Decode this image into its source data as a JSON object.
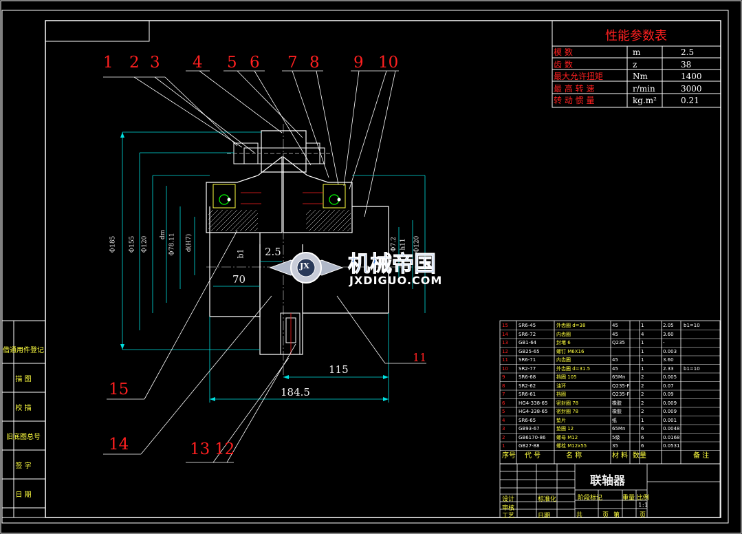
{
  "drawing": {
    "title": "联轴器",
    "balloon_numbers_top": [
      "1",
      "2",
      "3",
      "4",
      "5",
      "6",
      "7",
      "8",
      "9",
      "10"
    ],
    "balloon_11": "11",
    "balloon_15": "15",
    "balloon_14": "14",
    "balloon_13_12": [
      "13",
      "12"
    ],
    "dimensions": {
      "d70": "70",
      "d115": "115",
      "d184": "184.5",
      "d25": "2.5",
      "phi185": "Φ185",
      "phi155": "Φ155",
      "phi120": "Φ120",
      "phi120r": "Φ120",
      "dm": "dm",
      "phi78": "Φ78.11",
      "dH7": "d(H7)",
      "b1": "b1",
      "phi75r": "Φ7.2",
      "h11": "h11"
    }
  },
  "side_panel": {
    "items": [
      "借通用件登记",
      "描  图",
      "校  描",
      "旧底图总号",
      "签  字",
      "日  期"
    ]
  },
  "perf_table": {
    "title": "性能参数表",
    "rows": [
      {
        "name": "模        数",
        "sym": "m",
        "val": "2.5"
      },
      {
        "name": "齿        数",
        "sym": "z",
        "val": "38"
      },
      {
        "name": "最大允许扭矩",
        "sym": "Nm",
        "val": "1400"
      },
      {
        "name": "最 高 转 速",
        "sym": "r/min",
        "val": "3000"
      },
      {
        "name": "转 动 惯 量",
        "sym": "kg.m²",
        "val": "0.21"
      }
    ]
  },
  "parts_table": {
    "header": {
      "no": "序号",
      "code": "代 号",
      "name": "名  称",
      "mat": "材 料",
      "qty": "数量",
      "note": "备 注"
    },
    "rows": [
      {
        "no": "15",
        "code": "SR6-45",
        "name": "外齿圈  d=38",
        "mat": "45",
        "qty": "1",
        "w": "2.05",
        "note": "b1=10"
      },
      {
        "no": "14",
        "code": "SR6-72",
        "name": "内齿圈",
        "mat": "45",
        "qty": "4",
        "w": "3.60",
        "note": ""
      },
      {
        "no": "13",
        "code": "GB1-64",
        "name": "封堵  6",
        "mat": "Q235",
        "qty": "1",
        "w": "-",
        "note": ""
      },
      {
        "no": "12",
        "code": "GB25-65",
        "name": "螺钉  M6X16",
        "mat": "",
        "qty": "1",
        "w": "0.003",
        "note": ""
      },
      {
        "no": "11",
        "code": "SR6-71",
        "name": "内齿圈",
        "mat": "45",
        "qty": "1",
        "w": "3.60",
        "note": ""
      },
      {
        "no": "10",
        "code": "SR2-77",
        "name": "外齿圈  d=31.5",
        "mat": "45",
        "qty": "1",
        "w": "2.33",
        "note": "b1=10"
      },
      {
        "no": "9",
        "code": "SR6-68",
        "name": "挡圈  105",
        "mat": "65Mn",
        "qty": "2",
        "w": "0.005",
        "note": ""
      },
      {
        "no": "8",
        "code": "SR2-62",
        "name": "油环",
        "mat": "Q235-F",
        "qty": "2",
        "w": "0.07",
        "note": ""
      },
      {
        "no": "7",
        "code": "SR6-61",
        "name": "挡圈",
        "mat": "Q235-F",
        "qty": "2",
        "w": "0.09",
        "note": ""
      },
      {
        "no": "6",
        "code": "HG4-338-65",
        "name": "密封圈  78",
        "mat": "橡胶",
        "qty": "2",
        "w": "0.009",
        "note": ""
      },
      {
        "no": "5",
        "code": "HG4-338-65",
        "name": "密封圈  78",
        "mat": "橡胶",
        "qty": "2",
        "w": "0.009",
        "note": ""
      },
      {
        "no": "4",
        "code": "SR6-65",
        "name": "垫片",
        "mat": "纸",
        "qty": "1",
        "w": "0.001",
        "note": ""
      },
      {
        "no": "3",
        "code": "GB93-67",
        "name": "垫圈  12",
        "mat": "65Mn",
        "qty": "6",
        "w": "0.0048",
        "note": ""
      },
      {
        "no": "2",
        "code": "GB6170-86",
        "name": "螺母  M12",
        "mat": "5级",
        "qty": "6",
        "w": "0.0168",
        "note": ""
      },
      {
        "no": "1",
        "code": "GB27-88",
        "name": "螺栓  M12x55",
        "mat": "35",
        "qty": "6",
        "w": "0.0531",
        "note": ""
      }
    ]
  },
  "title_block": {
    "scale": "1:1",
    "labels": [
      "设计",
      "标准化",
      "审核",
      "工艺",
      "日期",
      "阶段标记",
      "重量",
      "比例",
      "共",
      "页",
      "第",
      "页"
    ]
  },
  "watermark": {
    "brand": "机械帝国",
    "url": "JXDIGUO.COM",
    "badge": "JX"
  },
  "colors": {
    "frame": "#ffffff",
    "dim_line": "#00e0e0",
    "part": "#ffffff",
    "leader_red": "#ff2020",
    "text_yellow": "#ffff40",
    "hatch_yellow": "#ffff40",
    "seal_green": "#00ff00",
    "phantom": "#a0a0a0"
  }
}
